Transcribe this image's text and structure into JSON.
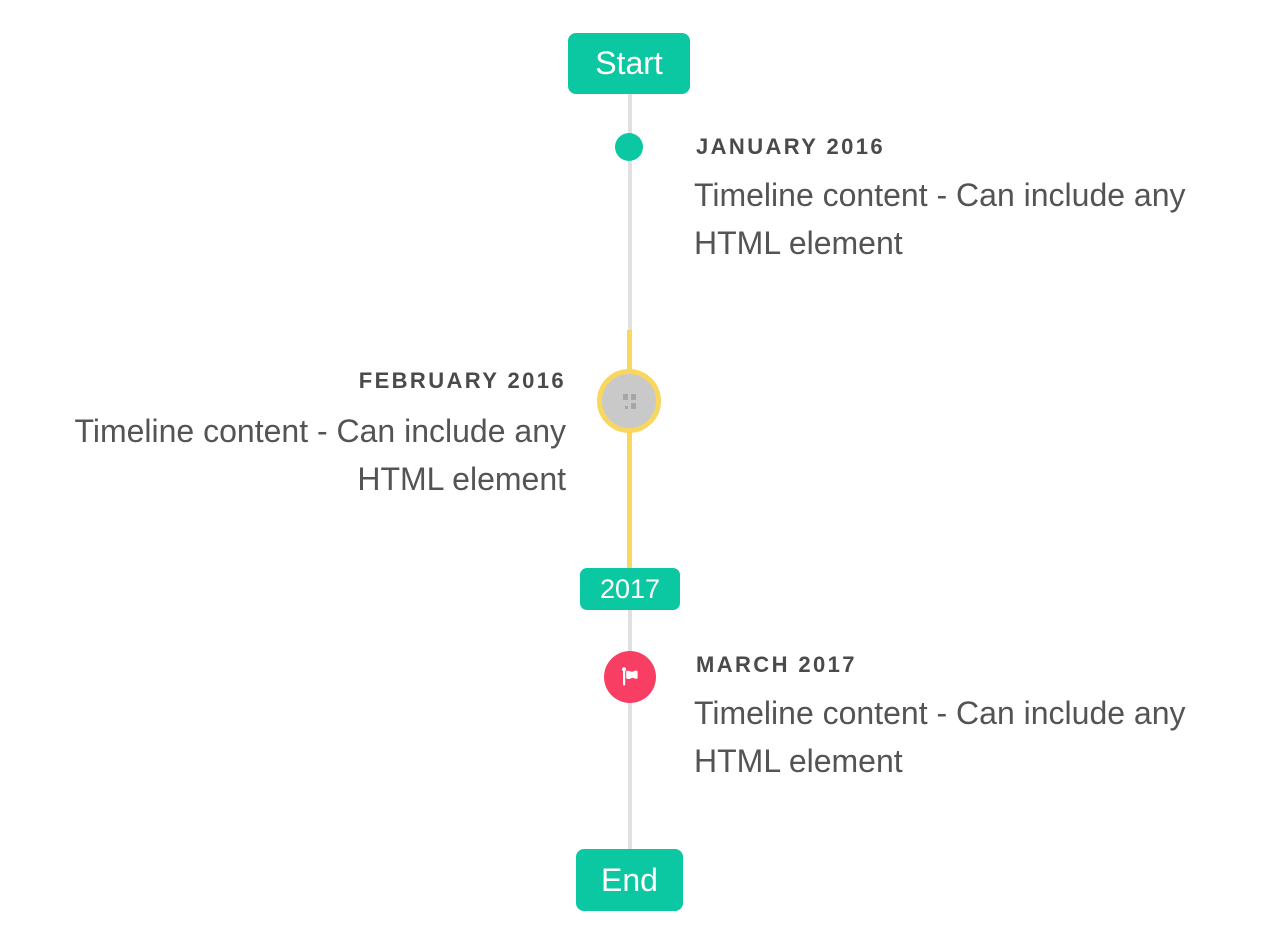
{
  "colors": {
    "accent_teal": "#0bc8a2",
    "highlight_yellow": "#f8d75e",
    "flag_red": "#f93e63",
    "line_gray": "#e0e0e0",
    "marker_gray": "#c9c9c9",
    "title_text": "#4a4a4a",
    "content_text": "#545454",
    "badge_text": "#ffffff"
  },
  "timeline": {
    "start_badge": "Start",
    "year_badge": "2017",
    "end_badge": "End",
    "items": [
      {
        "title": "JANUARY 2016",
        "content": "Timeline content - Can include any HTML element",
        "side": "right",
        "marker": "teal-dot"
      },
      {
        "title": "FEBRUARY 2016",
        "content": "Timeline content - Can include any HTML element",
        "side": "left",
        "marker": "gray-circle-yellow-ring"
      },
      {
        "title": "MARCH 2017",
        "content": "Timeline content - Can include any HTML element",
        "side": "right",
        "marker": "red-flag-circle"
      }
    ]
  }
}
